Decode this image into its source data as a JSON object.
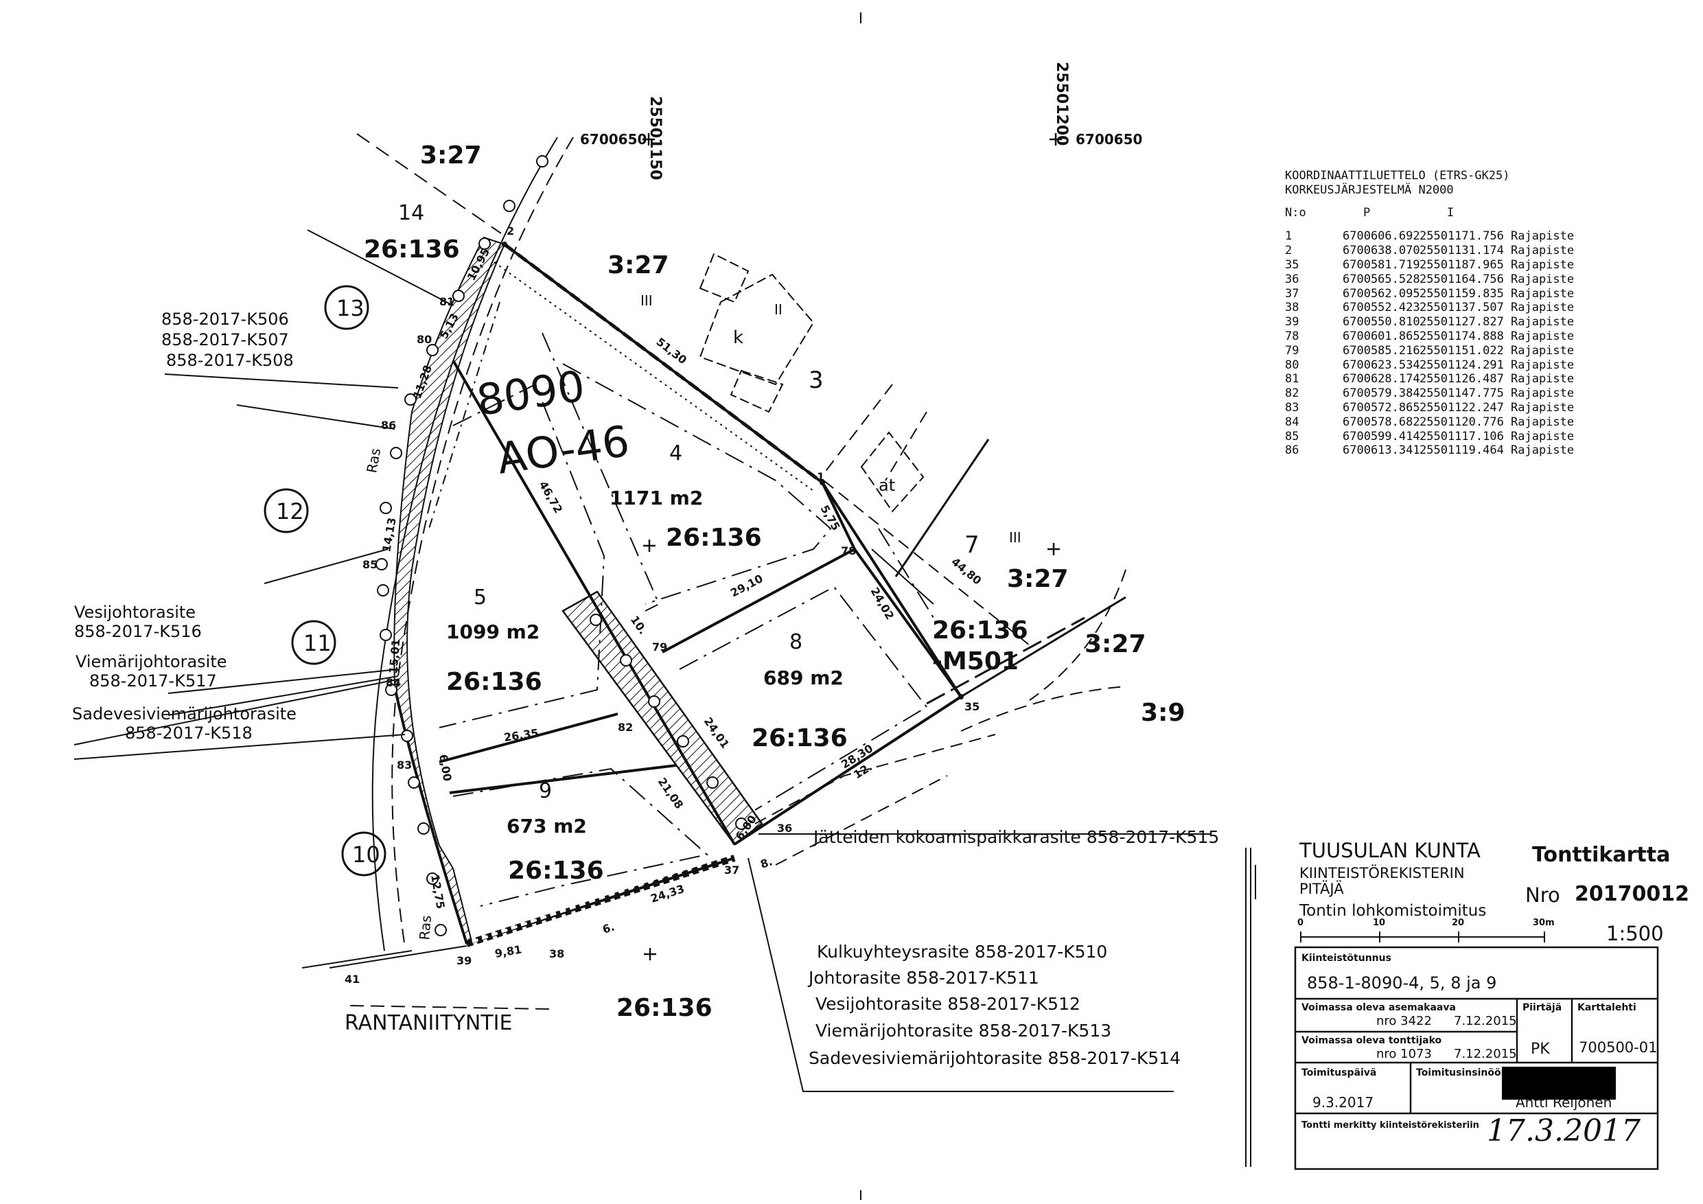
{
  "grid": {
    "easting_labels": [
      "25501150",
      "25501200"
    ],
    "northing_labels": [
      "6700650",
      "6700650"
    ]
  },
  "plan": {
    "block_code": "8090",
    "zone_code": "AO-46",
    "street_name": "RANTANIITYNTIE",
    "street_plot": "26:136"
  },
  "parcels": [
    {
      "number": "4",
      "area": "1171 m2",
      "id": "26:136"
    },
    {
      "number": "5",
      "area": "1099 m2",
      "id": "26:136"
    },
    {
      "number": "8",
      "area": "689 m2",
      "id": "26:136"
    },
    {
      "number": "9",
      "area": "673 m2",
      "id": "26:136"
    }
  ],
  "neighbours": {
    "top_left": "3:27",
    "top_left_no": "14",
    "top_left_id": "26:136",
    "top_middle": "3:27",
    "top_middle_floors": "III",
    "top_middle_no": "3",
    "right_no": "7",
    "right_floors": "III",
    "right_id": "3:27",
    "right_m": "26:136",
    "right_m2": "-M501",
    "far_right": "3:27",
    "far_right_2": "3:9",
    "building_k": "k",
    "building_at": "at",
    "building_ii": "II"
  },
  "circled_numbers": [
    "13",
    "12",
    "11",
    "10"
  ],
  "edge_lengths": [
    "10,95",
    "5,13",
    "11,28",
    "14,13",
    "15,01",
    "6,00",
    "12,75",
    "46,72",
    "51,30",
    "5,75",
    "29,10",
    "24,02",
    "44,80",
    "26,35",
    "24,01",
    "21,08",
    "28,30",
    "6,00",
    "24,33",
    "9,81",
    "10.",
    "12.",
    "8.",
    "6."
  ],
  "point_ids": [
    "1",
    "2",
    "35",
    "36",
    "37",
    "38",
    "39",
    "41",
    "78",
    "79",
    "80",
    "81",
    "82",
    "83",
    "84",
    "85",
    "86"
  ],
  "ras_labels": [
    "Ras",
    "Ras"
  ],
  "easement_notes_left": {
    "group1": [
      "858-2017-K506",
      "858-2017-K507",
      "858-2017-K508"
    ],
    "water": [
      "Vesijohtorasite",
      "858-2017-K516"
    ],
    "sewer": [
      "Viemärijohtorasite",
      "858-2017-K517"
    ],
    "storm": [
      "Sadevesiviemärijohtorasite",
      "858-2017-K518"
    ]
  },
  "easement_note_waste": "Jätteiden kokoamispaikkarasite 858-2017-K515",
  "easement_notes_bottom": [
    "Kulkuyhteysrasite 858-2017-K510",
    "Johtorasite 858-2017-K511",
    "Vesijohtorasite 858-2017-K512",
    "Viemärijohtorasite 858-2017-K513",
    "Sadevesiviemärijohtorasite 858-2017-K514"
  ],
  "coordinate_list": {
    "title1": "KOORDINAATTILUETTELO (ETRS-GK25)",
    "title2": "KORKEUSJÄRJESTELMÄ N2000",
    "headers": [
      "N:o",
      "P",
      "I"
    ],
    "rows": [
      [
        "1",
        "6700606.692",
        "25501171.756",
        "Rajapiste"
      ],
      [
        "2",
        "6700638.070",
        "25501131.174",
        "Rajapiste"
      ],
      [
        "35",
        "6700581.719",
        "25501187.965",
        "Rajapiste"
      ],
      [
        "36",
        "6700565.528",
        "25501164.756",
        "Rajapiste"
      ],
      [
        "37",
        "6700562.095",
        "25501159.835",
        "Rajapiste"
      ],
      [
        "38",
        "6700552.423",
        "25501137.507",
        "Rajapiste"
      ],
      [
        "39",
        "6700550.810",
        "25501127.827",
        "Rajapiste"
      ],
      [
        "78",
        "6700601.865",
        "25501174.888",
        "Rajapiste"
      ],
      [
        "79",
        "6700585.216",
        "25501151.022",
        "Rajapiste"
      ],
      [
        "80",
        "6700623.534",
        "25501124.291",
        "Rajapiste"
      ],
      [
        "81",
        "6700628.174",
        "25501126.487",
        "Rajapiste"
      ],
      [
        "82",
        "6700579.384",
        "25501147.775",
        "Rajapiste"
      ],
      [
        "83",
        "6700572.865",
        "25501122.247",
        "Rajapiste"
      ],
      [
        "84",
        "6700578.682",
        "25501120.776",
        "Rajapiste"
      ],
      [
        "85",
        "6700599.414",
        "25501117.106",
        "Rajapiste"
      ],
      [
        "86",
        "6700613.341",
        "25501119.464",
        "Rajapiste"
      ]
    ]
  },
  "title_block": {
    "municipality": "TUUSULAN KUNTA",
    "registrar1": "KIINTEISTÖREKISTERIN",
    "registrar2": "PITÄJÄ",
    "doc_type": "Tonttikartta",
    "nro_label": "Nro",
    "nro_value": "20170012",
    "procedure": "Tontin lohkomistoimitus",
    "scale_ticks": [
      "0",
      "10",
      "20",
      "30m"
    ],
    "scale": "1:500",
    "property_id_label": "Kiinteistötunnus",
    "property_id": "858-1-8090-4, 5, 8 ja 9",
    "zoning_label": "Voimassa oleva asemakaava",
    "zoning_no": "nro 3422",
    "zoning_date": "7.12.2015",
    "division_label": "Voimassa oleva tonttijako",
    "division_no": "nro 1073",
    "division_date": "7.12.2015",
    "drawer_label": "Piirtäjä",
    "drawer": "PK",
    "sheet_label": "Karttalehti",
    "sheet": "700500-01",
    "date_label": "Toimituspäivä",
    "date": "9.3.2017",
    "engineer_label": "Toimitusinsinööri",
    "engineer": "Antti Reijonen",
    "registered_label": "Tontti merkitty kiinteistörekisteriin",
    "registered_date": "17.3.2017"
  },
  "colors": {
    "ink": "#111111",
    "paper": "#ffffff"
  }
}
